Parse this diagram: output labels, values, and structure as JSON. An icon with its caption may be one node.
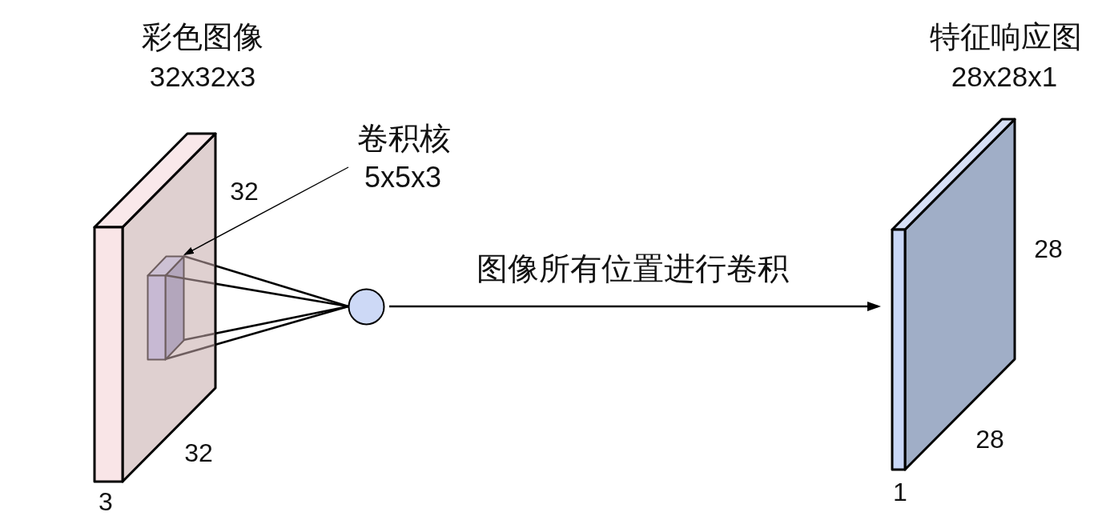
{
  "diagram": {
    "nodes": [
      {
        "text": [
          "彩色图像",
          "32x32x3"
        ]
      },
      {
        "text": [],
        "shape": "box",
        "in": 0
      },
      {
        "text": [
          "卷积核",
          "5x5x3"
        ]
      },
      {
        "text": [],
        "shape": "circle"
      },
      {
        "text": [
          "特征响应图",
          "28x28x1"
        ]
      }
    ],
    "edges": [
      {
        "from": 2,
        "to": 1,
        "arrow": "to"
      },
      {
        "from": 1,
        "to": 3,
        "arrow": "none"
      },
      {
        "from": 1,
        "to": 3,
        "arrow": "none"
      },
      {
        "from": 1,
        "to": 3,
        "arrow": "none"
      },
      {
        "from": 1,
        "to": 3,
        "arrow": "none"
      },
      {
        "from": 3,
        "to": 4,
        "arrow": "to",
        "label": "图像所有位置进行卷积"
      }
    ],
    "labels": [
      "32",
      "32",
      "3",
      "28",
      "28",
      "1"
    ]
  }
}
